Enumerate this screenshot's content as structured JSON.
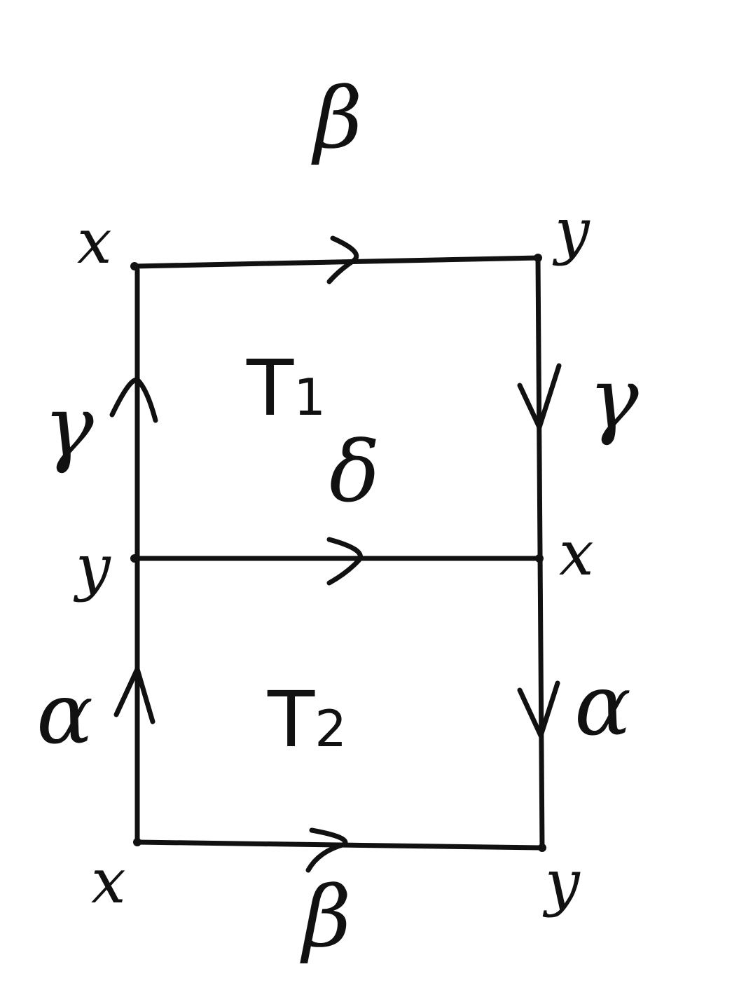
{
  "diagram": {
    "vertices": {
      "top_left": "x",
      "top_right": "y",
      "mid_left": "y",
      "mid_right": "x",
      "bottom_left": "x",
      "bottom_right": "y"
    },
    "edges": {
      "top": "β",
      "middle": "δ",
      "bottom": "β",
      "left_upper": "γ",
      "left_lower": "α",
      "right_upper": "γ",
      "right_lower": "α"
    },
    "faces": {
      "upper": "T",
      "upper_sub": "1",
      "lower": "T",
      "lower_sub": "2"
    },
    "colors": {
      "ink": "#111111",
      "background": "#ffffff"
    }
  }
}
